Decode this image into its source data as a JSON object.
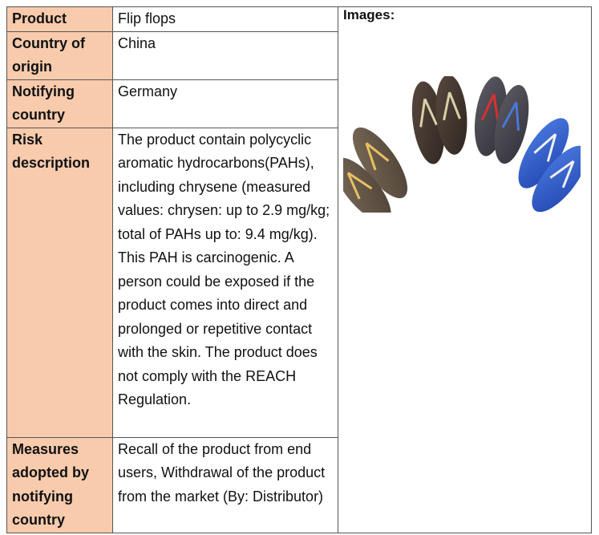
{
  "rows": [
    {
      "label": "Product",
      "value": "Flip flops"
    },
    {
      "label": "Country of origin",
      "value": "China"
    },
    {
      "label": "Notifying country",
      "value": "Germany"
    },
    {
      "label": "Risk description",
      "value": "The product contain polycyclic aromatic hydrocarbons(PAHs), including chrysene (measured values: chrysen: up to 2.9 mg/kg; total of PAHs up to: 9.4 mg/kg). This PAH is carcinogenic. A person could be exposed if the product comes into direct and prolonged or repetitive contact with the skin. The product does not comply with the REACH Regulation."
    },
    {
      "label": "Measures adopted by notifying country",
      "value": "Recall of the product from end users, Withdrawal of the product from the market (By: Distributor)"
    }
  ],
  "images_label": "Images:",
  "colors": {
    "label_bg": "#f8cbad",
    "border": "#555555"
  },
  "image_content": "flip-flops-photo"
}
